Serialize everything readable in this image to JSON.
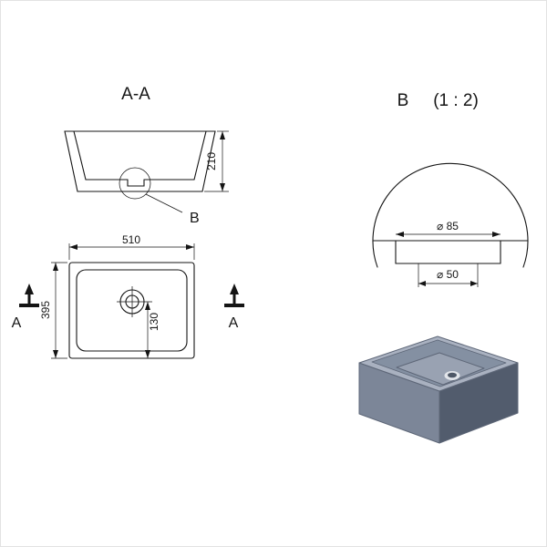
{
  "section_view": {
    "title": "A-A",
    "height_dim": "210",
    "detail_label": "B"
  },
  "plan_view": {
    "width_dim": "510",
    "depth_dim": "395",
    "drain_offset_dim": "130",
    "cut_label_left": "A",
    "cut_label_right": "A"
  },
  "detail_view": {
    "label": "B",
    "scale": "(1 : 2)",
    "outer_dia_dim": "⌀ 85",
    "inner_dia_dim": "⌀ 50"
  },
  "render_3d": {
    "colors": {
      "top": "#a9b1c0",
      "front": "#7c8698",
      "side": "#525c6d",
      "wall": "#8490a2",
      "bottom": "#99a2b2",
      "drain_ring": "#e2e5ea",
      "drain_hole": "#4e5766",
      "edge": "#5e6778"
    }
  }
}
